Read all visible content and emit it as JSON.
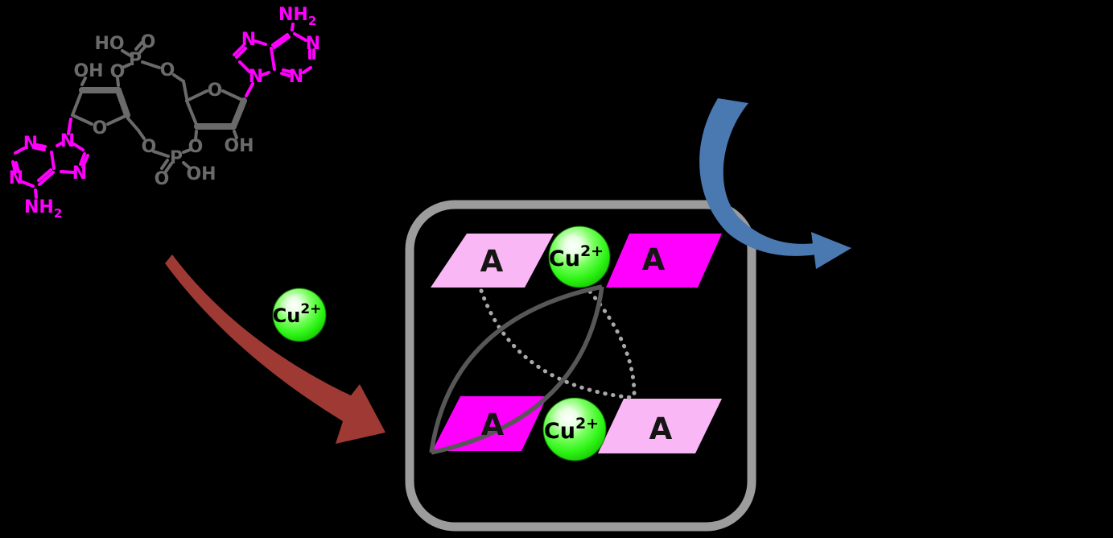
{
  "background": "#000000",
  "molecule": {
    "bond_color": "#6a6a6a",
    "adenine_color": "#ff00ff",
    "labels": {
      "p": "P",
      "o": "O",
      "oh": "OH",
      "ho": "HO",
      "n": "N",
      "nh": "NH",
      "sub2": "2"
    }
  },
  "free_ion": {
    "symbol": "Cu",
    "charge": "2+",
    "sphere_color": "#2ce81a"
  },
  "complex": {
    "adenine_unit": "A",
    "top_ion": {
      "symbol": "Cu",
      "charge": "2+"
    },
    "bottom_ion": {
      "symbol": "Cu",
      "charge": "2+"
    },
    "colors": {
      "parallelogram_light": "#fab7f5",
      "parallelogram_bright": "#ff00ff",
      "solid_link": "#575757",
      "dashed_link": "#a8a8a8",
      "frame": "#9c9c9c"
    }
  },
  "arrows": {
    "forward": {
      "color": "#9e3a33"
    },
    "return": {
      "color": "#4a78b0"
    }
  }
}
